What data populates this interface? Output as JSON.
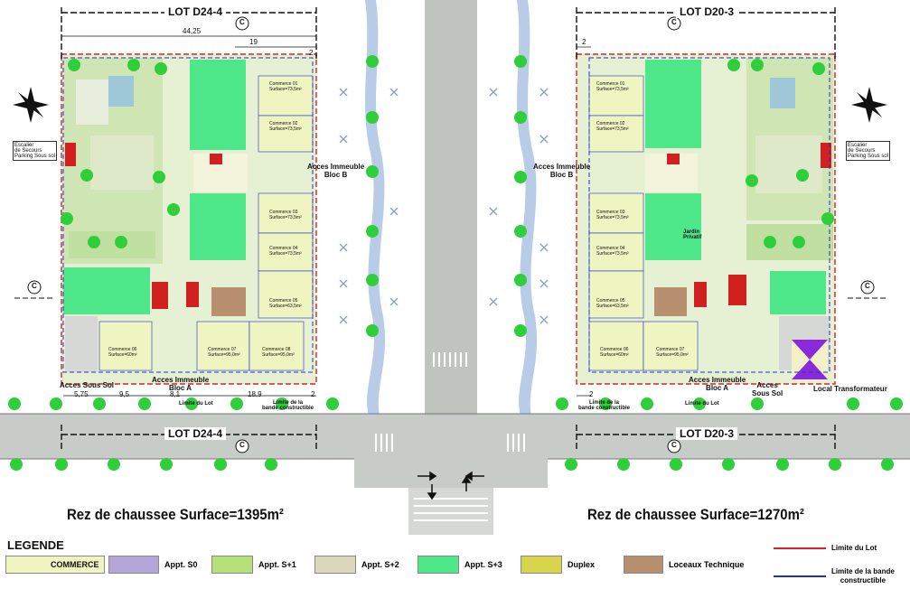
{
  "lots": {
    "left": {
      "title_top": "LOT D24-4",
      "title_bottom": "LOT D24-4",
      "surface": "Rez de chaussee Surface=1395m²",
      "dim_total": "44,25",
      "dim_19": "19",
      "dim_2": "2",
      "dims_bottom": [
        "5,75",
        "9,5",
        "8,1",
        "18,9",
        "2"
      ],
      "acces_immeuble_b": "Acces Immeuble\nBloc B",
      "acces_immeuble_a": "Acces Immeuble\nBloc A",
      "acces_sous_sol": "Acces Sous Sol",
      "limite_du_lot": "Limite du Lot",
      "limite_bande": "Limite de la\nbande constructible",
      "escalier": "Escalier\nde Secours\nParking Sous sol",
      "commerces": [
        {
          "name": "Commerce 01",
          "surface": "Surface=73,5m²"
        },
        {
          "name": "Commerce 02",
          "surface": "Surface=73,5m²"
        },
        {
          "name": "Commerce 03",
          "surface": "Surface=73,5m²"
        },
        {
          "name": "Commerce 04",
          "surface": "Surface=73,5m²"
        },
        {
          "name": "Commerce 05",
          "surface": "Surface=63,5m²"
        },
        {
          "name": "Commerce 06",
          "surface": "Surface=60m²"
        },
        {
          "name": "Commerce 07",
          "surface": "Surface=95,0m²"
        },
        {
          "name": "Commerce 08",
          "surface": "Surface=95,0m²"
        }
      ]
    },
    "right": {
      "title_top": "LOT D20-3",
      "title_bottom": "LOT D20-3",
      "surface": "Rez de chaussee Surface=1270m²",
      "dim_2": "2",
      "dims_bottom": [
        "2"
      ],
      "acces_immeuble_b": "Acces Immeuble\nBloc B",
      "acces_immeuble_a": "Acces Immeuble\nBloc A",
      "acces_sous_sol": "Acces\nSous Sol",
      "limite_du_lot": "Limite du Lot",
      "limite_bande": "Limite de la\nbande constructible",
      "escalier": "Escalier\nde Secours\nParking Sous sol",
      "jardin": "Jardin\nPrivatif",
      "local_transfo": "Local Transformateur",
      "commerces": [
        {
          "name": "Commerce 01",
          "surface": "Surface=73,5m²"
        },
        {
          "name": "Commerce 02",
          "surface": "Surface=73,5m²"
        },
        {
          "name": "Commerce 03",
          "surface": "Surface=73,5m²"
        },
        {
          "name": "Commerce 04",
          "surface": "Surface=73,5m²"
        },
        {
          "name": "Commerce 05",
          "surface": "Surface=63,5m²"
        },
        {
          "name": "Commerce 06",
          "surface": "Surface=60m²"
        },
        {
          "name": "Commerce 07",
          "surface": "Surface=95,0m²"
        }
      ]
    }
  },
  "section_marker": "C",
  "legend": {
    "title": "LEGENDE",
    "items": [
      {
        "label": "COMMERCE",
        "color": "#eef5c0"
      },
      {
        "label": "Appt. S0",
        "color": "#b4a6d8"
      },
      {
        "label": "Appt. S+1",
        "color": "#b6e07a"
      },
      {
        "label": "Appt. S+2",
        "color": "#dcd8bc"
      },
      {
        "label": "Appt. S+3",
        "color": "#4ee88a"
      },
      {
        "label": "Duplex",
        "color": "#d8d44c"
      },
      {
        "label": "Loceaux Technique",
        "color": "#b89070"
      }
    ],
    "lines": [
      {
        "label": "Limite du Lot",
        "color": "#e02020"
      },
      {
        "label": "Limite de la bande\nconstructible",
        "color": "#2030d0"
      }
    ]
  },
  "colors": {
    "road": "#c8ccc8",
    "commerce": "#eef5c0",
    "appt_s3": "#4ee88a",
    "garden": "#d6eac0",
    "tech": "#b89070",
    "lot_limit": "#e02020",
    "build_limit": "#2030d0",
    "tree": "#2ecf3a",
    "canal": "#b8cce8",
    "stair": "#d02020",
    "transfo": "#8a2ad8"
  }
}
